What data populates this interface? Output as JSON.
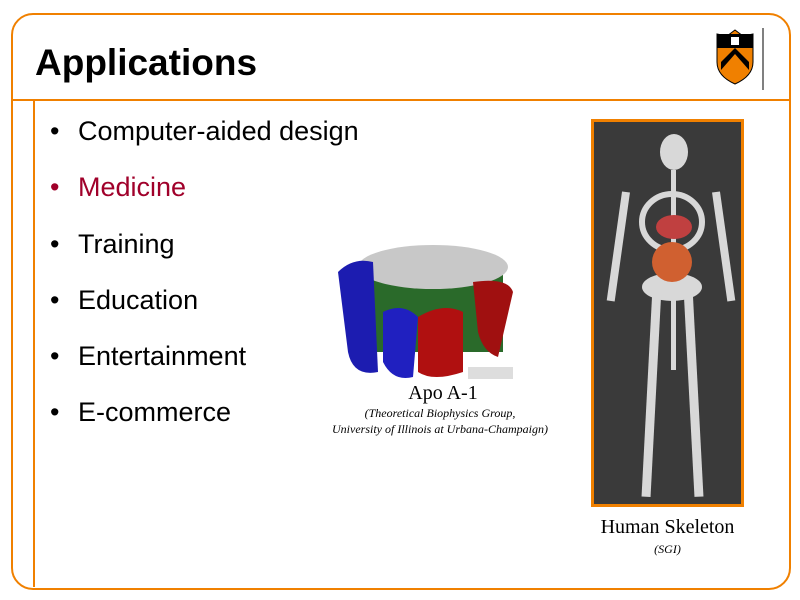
{
  "slide": {
    "title": "Applications",
    "logo": "Princeton shield logo"
  },
  "bullets": [
    {
      "label": "Computer-aided design",
      "highlight": false
    },
    {
      "label": "Medicine",
      "highlight": true
    },
    {
      "label": "Training",
      "highlight": false
    },
    {
      "label": "Education",
      "highlight": false
    },
    {
      "label": "Entertainment",
      "highlight": false
    },
    {
      "label": "E-commerce",
      "highlight": false
    }
  ],
  "figures": {
    "molecule": {
      "caption": "Apo A-1",
      "credit_line1": "(Theoretical Biophysics Group,",
      "credit_line2": "University of Illinois at Urbana-Champaign)"
    },
    "skeleton": {
      "caption": "Human Skeleton",
      "credit": "(SGI)"
    }
  },
  "colors": {
    "accent": "#f08000",
    "highlight": "#a0002a"
  }
}
